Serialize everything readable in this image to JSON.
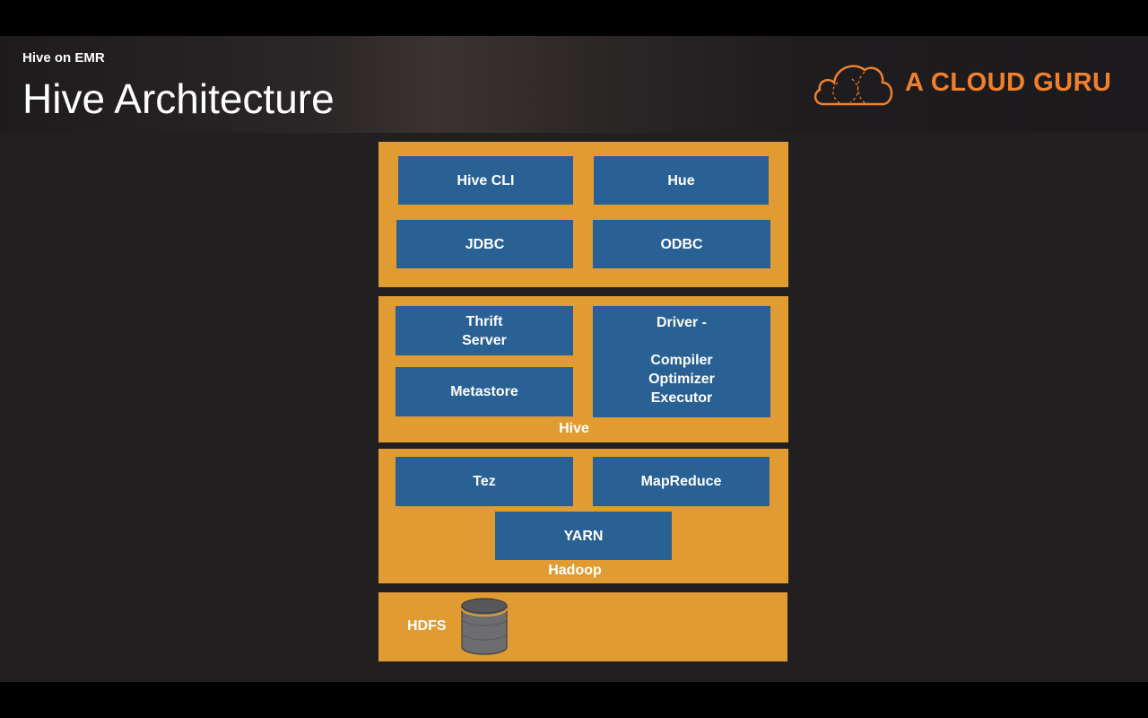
{
  "header": {
    "subtitle": "Hive on EMR",
    "title": "Hive Architecture"
  },
  "logo": {
    "text": "A CLOUD GURU",
    "icon": "cloud-icon",
    "color": "#f0802c"
  },
  "colors": {
    "layer": "#e09c33",
    "component": "#2a6194",
    "background": "#221f21"
  },
  "diagram": {
    "clients": {
      "components": [
        "Hive CLI",
        "Hue",
        "JDBC",
        "ODBC"
      ]
    },
    "hive": {
      "label": "Hive",
      "thrift_server": "Thrift\nServer",
      "metastore": "Metastore",
      "driver": "Driver -\n\nCompiler\nOptimizer\nExecutor"
    },
    "hadoop": {
      "label": "Hadoop",
      "tez": "Tez",
      "mapreduce": "MapReduce",
      "yarn": "YARN"
    },
    "hdfs": {
      "label": "HDFS",
      "icon": "database-icon"
    }
  }
}
